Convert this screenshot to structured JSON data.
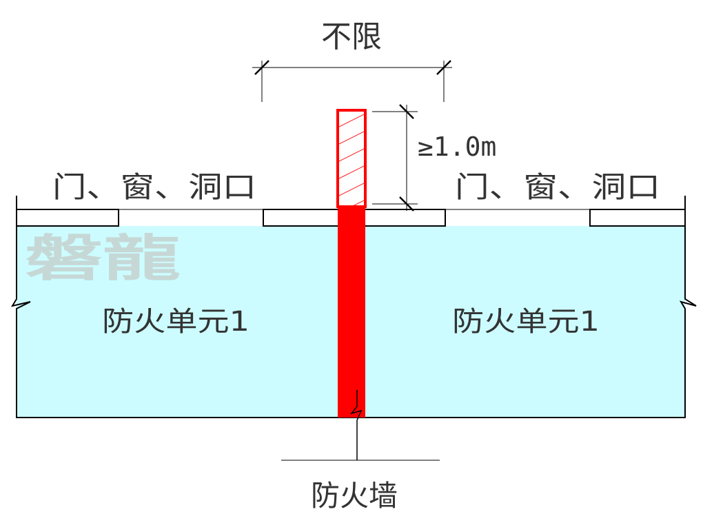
{
  "labels": {
    "top_width": "不限",
    "height_dim": "≥1.0m",
    "openings_left": "门、窗、洞口",
    "openings_right": "门、窗、洞口",
    "unit_left": "防火单元1",
    "unit_right": "防火单元1",
    "fire_wall": "防火墙",
    "watermark": "磐龍"
  },
  "colors": {
    "fill_zone": "#ccfcff",
    "fire_wall": "#ff0000",
    "outline": "#000000",
    "text": "#333333",
    "watermark": "#c6d8d6"
  }
}
